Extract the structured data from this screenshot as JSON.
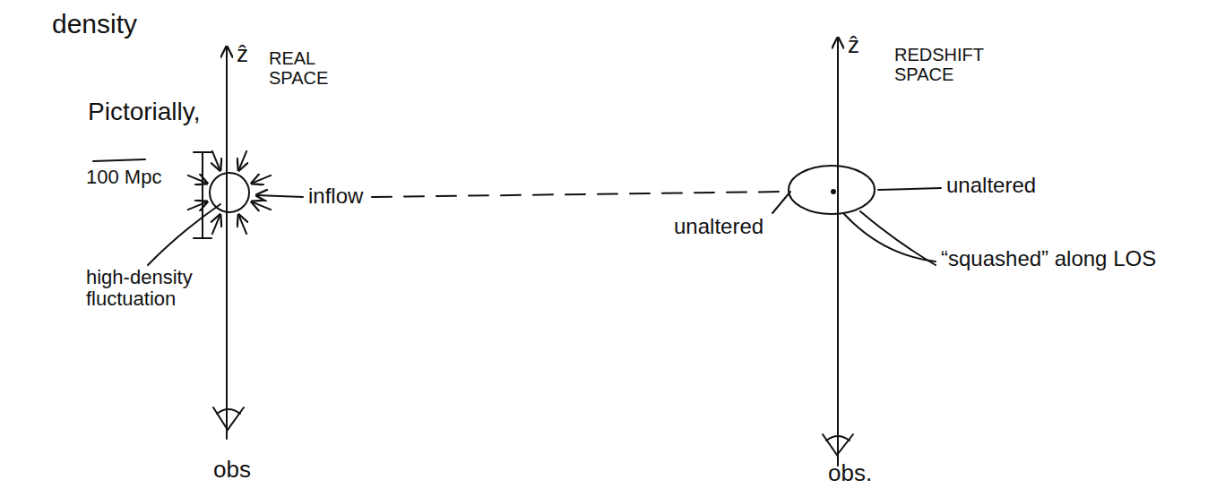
{
  "diagram": {
    "labels": [
      "density",
      "Pictorially,",
      "ẑ",
      "REAL SPACE",
      "100 Mpc",
      "inflow",
      "high-density fluctuation",
      "obs",
      "ẑ",
      "REDSHIFT SPACE",
      "unaltered",
      "unaltered",
      "“squashed” along LOS",
      "obs."
    ]
  }
}
